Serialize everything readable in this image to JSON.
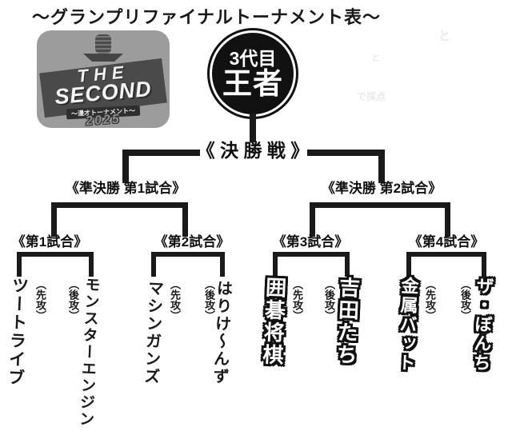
{
  "title": "～グランプリファイナルトーナメント表～",
  "logo": {
    "line1": "THE",
    "line2": "SECOND",
    "subtitle": "～漫才トーナメント～",
    "year": "2025"
  },
  "champion_badge": {
    "line1": "3代目",
    "line2": "王者"
  },
  "bracket": {
    "final_label": "《 決 勝 戦 》",
    "semifinals": [
      {
        "label": "《準決勝 第1試合》"
      },
      {
        "label": "《準決勝 第2試合》"
      }
    ],
    "matches": [
      {
        "label": "《第1試合》",
        "competitors": [
          {
            "name": "ツートライブ",
            "order": "（先攻）"
          },
          {
            "name": "モンスターエンジン",
            "order": "（後攻）"
          }
        ]
      },
      {
        "label": "《第2試合》",
        "competitors": [
          {
            "name": "マシンガンズ",
            "order": "（先攻）"
          },
          {
            "name": "はりけ～んず",
            "order": "（後攻）"
          }
        ]
      },
      {
        "label": "《第3試合》",
        "competitors": [
          {
            "name": "囲碁将棋",
            "order": "（先攻）"
          },
          {
            "name": "吉田たち",
            "order": "（後攻）"
          }
        ]
      },
      {
        "label": "《第4試合》",
        "competitors": [
          {
            "name": "金属バット",
            "order": "（先攻）"
          },
          {
            "name": "ザ・ぼんち",
            "order": "（後攻）"
          }
        ]
      }
    ]
  },
  "ghost_marks": [
    {
      "text": "と"
    },
    {
      "text": "と"
    },
    {
      "text": "で採点"
    }
  ],
  "colors": {
    "line": "#1a1a1a",
    "logo_bg": "#9c9c9c",
    "badge_bg": "#111111",
    "badge_text": "#ffffff"
  }
}
